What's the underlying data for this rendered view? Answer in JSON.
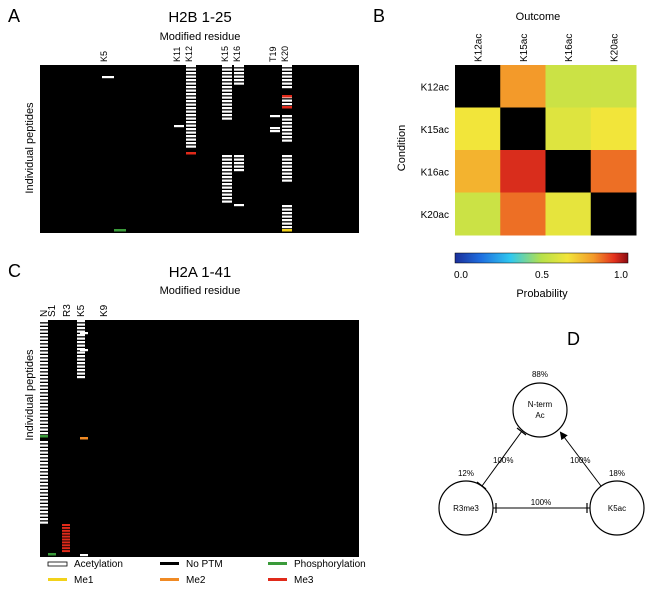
{
  "chart_data": [
    {
      "type": "heatmap",
      "panel_letter": "A",
      "title": "H2B 1-25",
      "subtitle": "Modified residue",
      "ylabel": "Individual peptides",
      "residue_labels": [
        "K5",
        "K11",
        "K12",
        "K15",
        "K16",
        "T19",
        "K20"
      ],
      "description_of_marks": [
        {
          "residue": "K5",
          "marks": [
            "acetylation x1",
            "phosphorylation x1 (bottom)"
          ]
        },
        {
          "residue": "K11",
          "marks": [
            "acetylation x1"
          ]
        },
        {
          "residue": "K12",
          "marks": [
            "acetylation x24",
            "me3 x1"
          ]
        },
        {
          "residue": "K15",
          "marks": [
            "acetylation x16"
          ]
        },
        {
          "residue": "K16",
          "marks": [
            "acetylation x16",
            "no PTM"
          ]
        },
        {
          "residue": "T19",
          "marks": [
            "acetylation x3"
          ]
        },
        {
          "residue": "K20",
          "marks": [
            "acetylation x20",
            "me3 x2",
            "me1 x1"
          ]
        }
      ]
    },
    {
      "type": "heatmap",
      "panel_letter": "B",
      "title": "Outcome",
      "ylabel": "Condition",
      "columns": [
        "K12ac",
        "K15ac",
        "K16ac",
        "K20ac"
      ],
      "rows": [
        "K12ac",
        "K15ac",
        "K16ac",
        "K20ac"
      ],
      "values": [
        [
          null,
          0.8,
          0.55,
          0.55
        ],
        [
          0.65,
          null,
          0.6,
          0.65
        ],
        [
          0.75,
          0.93,
          null,
          0.85
        ],
        [
          0.55,
          0.85,
          0.62,
          null
        ]
      ],
      "diagonal_color": "#000000",
      "colorbar": {
        "label": "Probability",
        "ticks": [
          "0.0",
          "0.5",
          "1.0"
        ],
        "range": [
          0,
          1
        ]
      }
    },
    {
      "type": "heatmap",
      "panel_letter": "C",
      "title": "H2A 1-41",
      "subtitle": "Modified residue",
      "ylabel": "Individual peptides",
      "residue_labels": [
        "N",
        "S1",
        "R3",
        "K5",
        "K9"
      ],
      "description_of_marks": [
        {
          "residue": "N",
          "marks": [
            "acetylation x48",
            "phosphorylation x2"
          ]
        },
        {
          "residue": "S1",
          "marks": [
            "phosphorylation x1"
          ]
        },
        {
          "residue": "R3",
          "marks": [
            "me3 x10"
          ]
        },
        {
          "residue": "K5",
          "marks": [
            "acetylation x17"
          ]
        },
        {
          "residue": "K9",
          "marks": [
            "acetylation x3",
            "me2 x1"
          ]
        }
      ]
    }
  ],
  "legend": [
    {
      "label": "Acetylation",
      "color": "#ffffff",
      "outlined": true
    },
    {
      "label": "No PTM",
      "color": "#000000"
    },
    {
      "label": "Phosphorylation",
      "color": "#3a9a3a"
    },
    {
      "label": "Me1",
      "color": "#f2d21a"
    },
    {
      "label": "Me2",
      "color": "#f08a24"
    },
    {
      "label": "Me3",
      "color": "#e02a1a"
    }
  ],
  "panel_d": {
    "panel_letter": "D",
    "nodes": [
      {
        "id": "nterm",
        "label_line1": "N-term",
        "label_line2": "Ac",
        "percent": "88%"
      },
      {
        "id": "r3me3",
        "label_line1": "R3me3",
        "label_line2": "",
        "percent": "12%"
      },
      {
        "id": "k5ac",
        "label_line1": "K5ac",
        "label_line2": "",
        "percent": "18%"
      }
    ],
    "edges": [
      {
        "from": "r3me3",
        "to": "nterm",
        "label": "100%",
        "style": "inhibit-both"
      },
      {
        "from": "k5ac",
        "to": "nterm",
        "label": "100%",
        "style": "arrow"
      },
      {
        "from": "r3me3",
        "to": "k5ac",
        "label": "100%",
        "style": "inhibit-both"
      }
    ]
  }
}
